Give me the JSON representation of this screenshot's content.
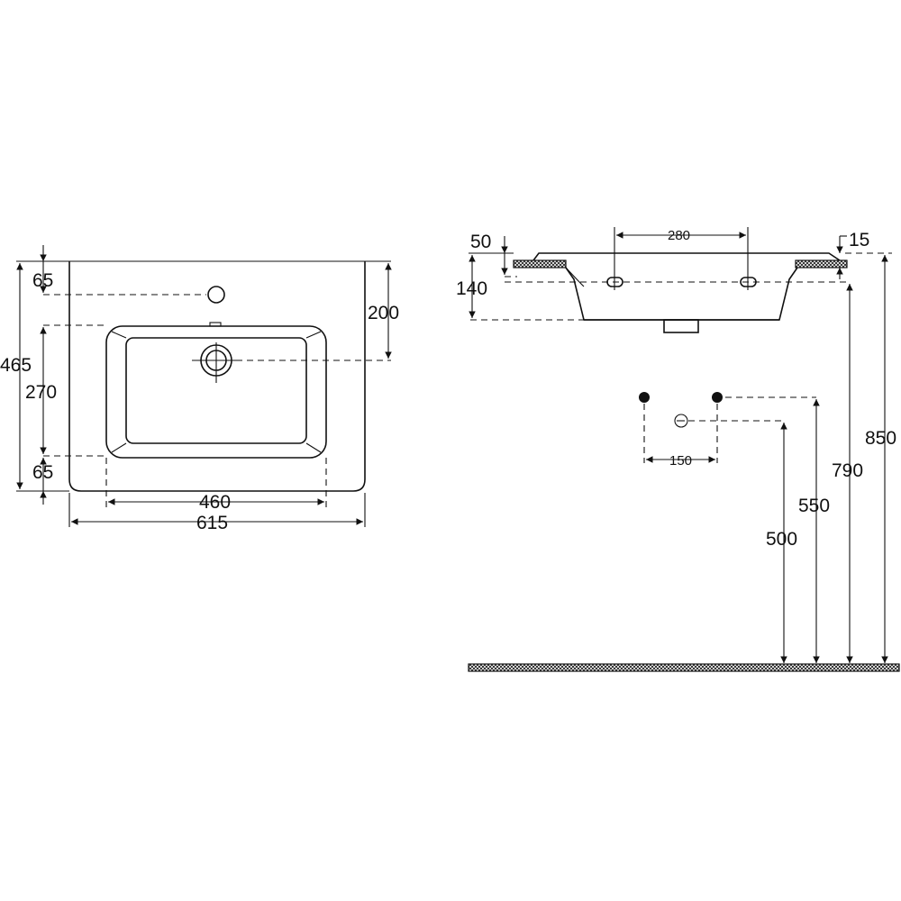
{
  "top_view": {
    "dims": {
      "d65_top": "65",
      "d465": "465",
      "d270": "270",
      "d65_bottom": "65",
      "d200": "200",
      "d460": "460",
      "d615": "615"
    }
  },
  "side_view": {
    "dims": {
      "d50": "50",
      "d280": "280",
      "d15": "15",
      "d140": "140",
      "d150": "150",
      "d850": "850",
      "d790": "790",
      "d550": "550",
      "d500": "500"
    }
  },
  "icons": [
    "tap-hole-icon",
    "drain-icon",
    "water-supply-point-icon",
    "waste-outlet-icon"
  ],
  "colors": {
    "line": "#111111",
    "background": "#ffffff"
  }
}
